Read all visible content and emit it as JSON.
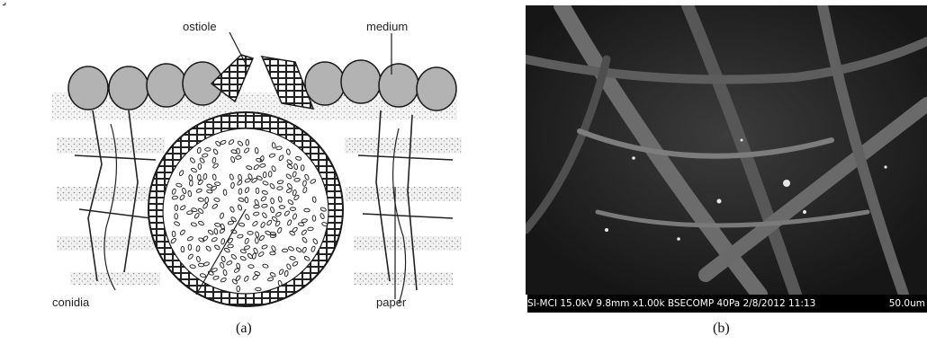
{
  "figure": {
    "panels": [
      {
        "id": "a",
        "kind": "diagram",
        "labels": {
          "ostiole": "ostiole",
          "medium": "medium",
          "conidia": "conidia",
          "paper": "paper"
        },
        "caption": "(a)"
      },
      {
        "id": "b",
        "kind": "sem-micrograph",
        "info_bar": "SI-MCI 15.0kV 9.8mm x1.00k BSECOMP 40Pa 2/8/2012 11:13",
        "scale_label": "50.0um",
        "caption": "(b)"
      }
    ],
    "colors": {
      "ink": "#1a1a1a",
      "medium_fill": "#b3b3b3",
      "paper_speckle": "#d8d8d8",
      "sem_bg": "#262626"
    }
  }
}
